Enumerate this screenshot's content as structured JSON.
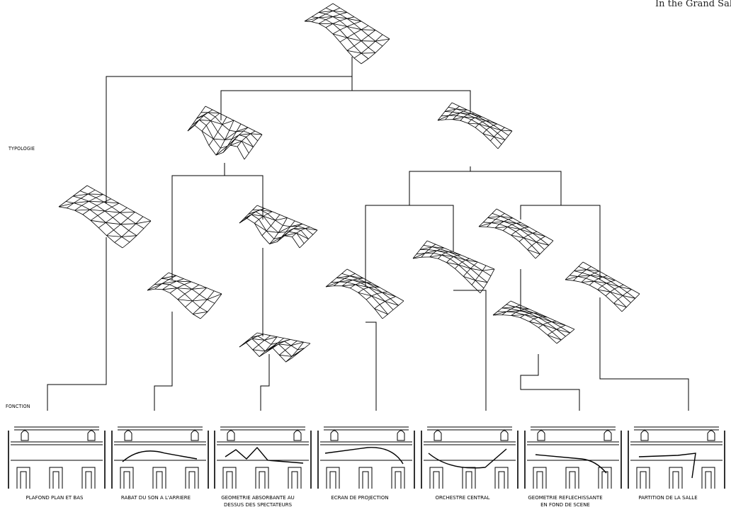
{
  "corner_text": "In the Grand Sal",
  "row_labels": {
    "typology": "TYPOLOGIE",
    "function": "FONCTION"
  },
  "captions": [
    {
      "line1": "PLAFOND PLAN ET BAS",
      "line2": ""
    },
    {
      "line1": "RABAT DU SON A L'ARRIERE",
      "line2": ""
    },
    {
      "line1": "GEOMETRIE ABSORBANTE AU",
      "line2": "DESSUS DES SPECTATEURS"
    },
    {
      "line1": "ECRAN DE PROJECTION",
      "line2": ""
    },
    {
      "line1": "ORCHESTRE CENTRAL",
      "line2": ""
    },
    {
      "line1": "GEOMETRIE REFLECHISSANTE",
      "line2": "EN FOND DE SCENE"
    },
    {
      "line1": "PARTITION DE LA SALLE",
      "line2": ""
    }
  ]
}
